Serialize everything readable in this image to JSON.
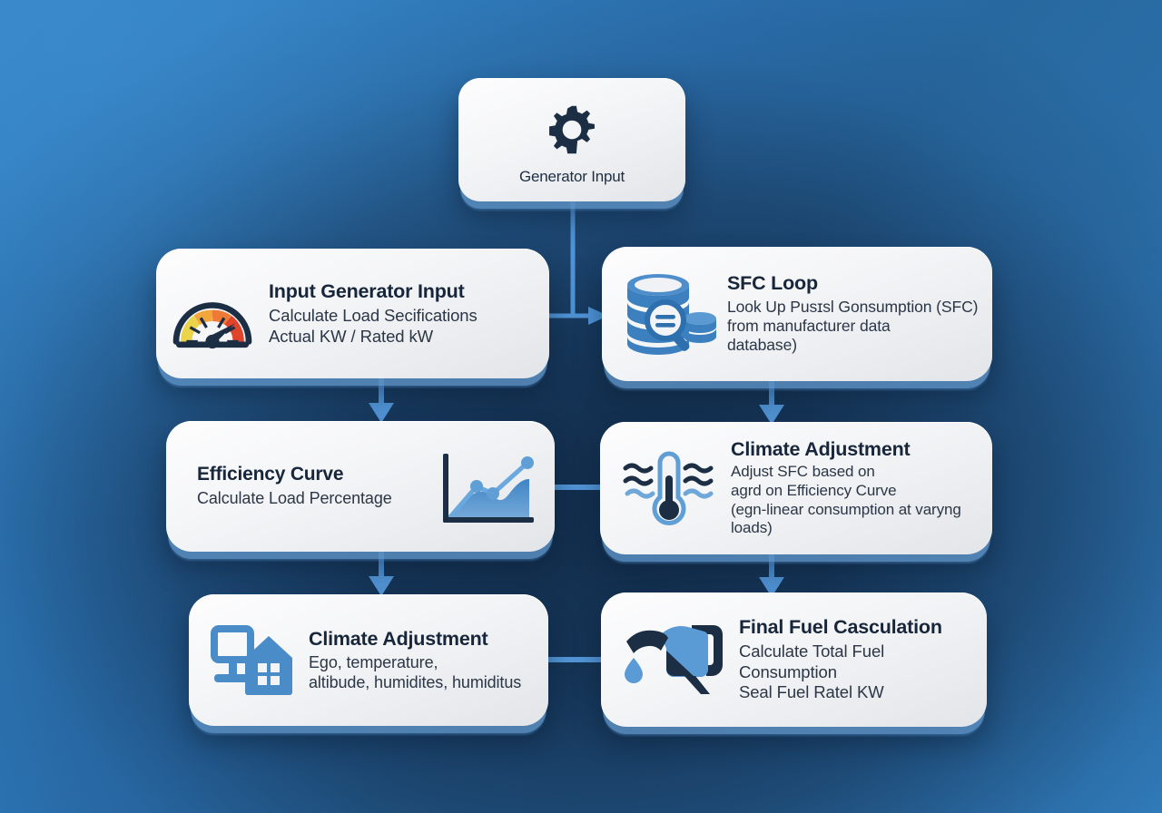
{
  "diagram": {
    "title": "Generator Fuel Consumption Calculation Flowchart",
    "background": {
      "gradient_from": "#3585c7",
      "gradient_to": "#27689f",
      "center_dark": "#122c4a"
    },
    "connector_color": "#4a90d9",
    "card_surface": "#f4f5f7"
  },
  "nodes": {
    "top": {
      "icon": "gear-icon",
      "title": "Generator Input",
      "subtitle": ""
    },
    "input_generator": {
      "icon": "gauge-icon",
      "title": "Input Generator Input",
      "subtitle": "Calculate Load Secifications\nActual KW / Rated kW"
    },
    "sfc_lookup": {
      "icon": "database-search-icon",
      "title": "SFC Loop",
      "subtitle": "Look Up Pusɪsl Gonsumption (SFC)\nfrom manufacturer data\n      database)"
    },
    "efficiency_curve": {
      "icon": "line-chart-icon",
      "title": "Efficiency Curve",
      "subtitle": "Calculate Load Percentage"
    },
    "climate_adjustment_mid": {
      "icon": "thermometer-icon",
      "title": "Climate Adjustment",
      "subtitle": "Adjust SFC based on\nagrd on Efficiency Curve\n(egn-linear consumption at varyng loads)"
    },
    "climate_adjustment_bottom": {
      "icon": "house-weather-icon",
      "title": "Climate Adjustment",
      "subtitle": "Ego, temperature,\naltibude, humidites, humiditus"
    },
    "final_fuel": {
      "icon": "fuel-nozzle-icon",
      "title": "Final Fuel Casculation",
      "subtitle": "Calculate Total Fuel Consumption\nSeal Fuel Ratel KW"
    }
  },
  "connectors": [
    {
      "name": "top-to-sfc",
      "from": "top",
      "to": "sfc_lookup",
      "arrow": true
    },
    {
      "name": "top-to-input-row",
      "from": "top",
      "to": "input_generator",
      "arrow": false
    },
    {
      "name": "input-to-efficiency",
      "from": "input_generator",
      "to": "efficiency_curve",
      "arrow": true
    },
    {
      "name": "sfc-to-climate",
      "from": "sfc_lookup",
      "to": "climate_adjustment_mid",
      "arrow": true
    },
    {
      "name": "efficiency-to-climate",
      "from": "efficiency_curve",
      "to": "climate_adjustment_mid",
      "arrow": false
    },
    {
      "name": "efficiency-to-climate-bottom",
      "from": "efficiency_curve",
      "to": "climate_adjustment_bottom",
      "arrow": true
    },
    {
      "name": "climate-to-final",
      "from": "climate_adjustment_mid",
      "to": "final_fuel",
      "arrow": true
    },
    {
      "name": "climate-bottom-to-final",
      "from": "climate_adjustment_bottom",
      "to": "final_fuel",
      "arrow": false
    }
  ]
}
